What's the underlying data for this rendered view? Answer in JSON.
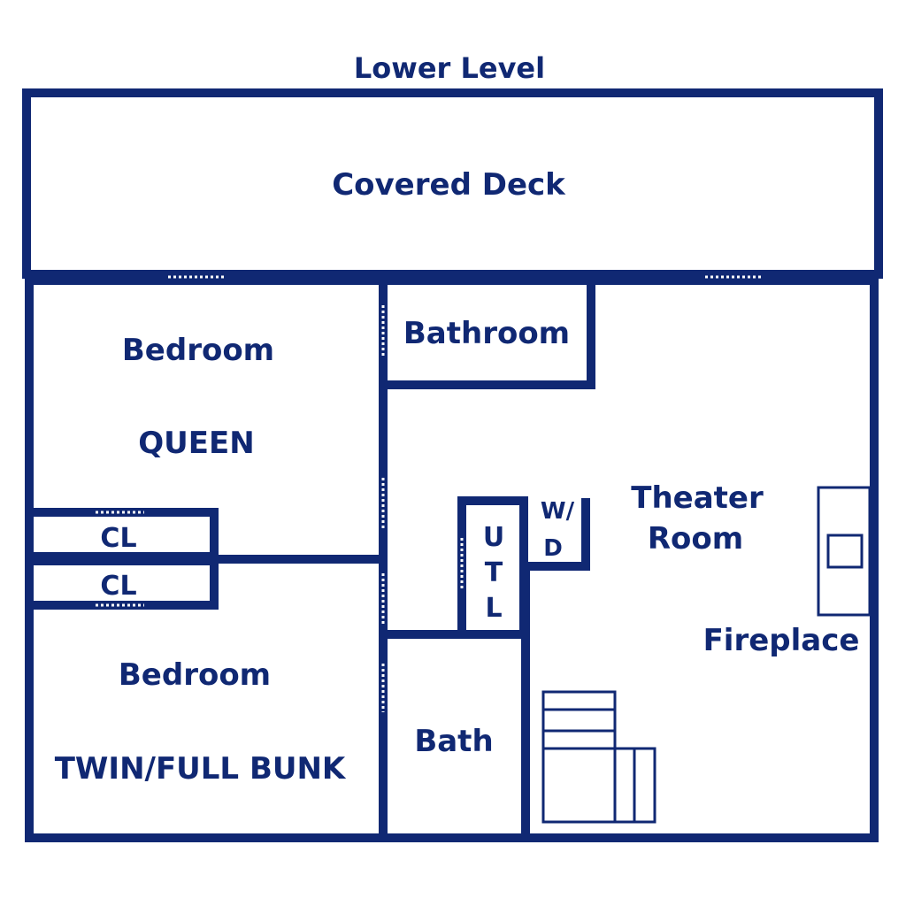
{
  "title": "Lower Level",
  "rooms": {
    "covered_deck": "Covered Deck",
    "bedroom_queen_name": "Bedroom",
    "bedroom_queen_bed": "QUEEN",
    "closet_1": "CL",
    "closet_2": "CL",
    "bathroom": "Bathroom",
    "bedroom_bunk_name": "Bedroom",
    "bedroom_bunk_bed": "TWIN/FULL BUNK",
    "bath": "Bath",
    "utility_u": "U",
    "utility_t": "T",
    "utility_l": "L",
    "washer_dryer_w": "W/",
    "washer_dryer_d": "D",
    "theater_line1": "Theater",
    "theater_line2": "Room",
    "fireplace": "Fireplace"
  },
  "colors": {
    "wall": "#102873",
    "background": "#ffffff"
  }
}
